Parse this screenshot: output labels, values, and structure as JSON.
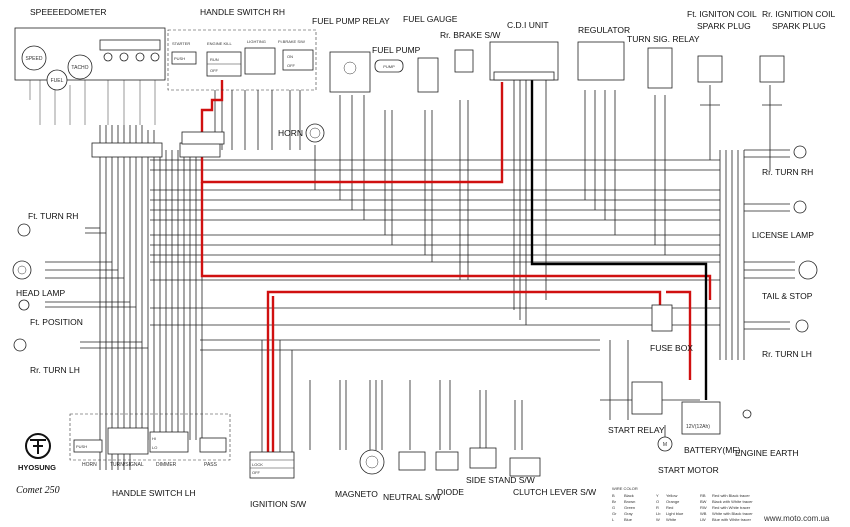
{
  "labels": {
    "speedometer": "SPEEEEDOMETER",
    "speed": "SPEED",
    "tacho": "TACHO",
    "fuel_gauge_dial": "FUEL",
    "handle_switch_rh": "HANDLE SWITCH RH",
    "starter": "STARTER",
    "engine_kill": "ENGINE KILL",
    "lighting": "LIGHTING",
    "ft_brake_sw": "Ft.BRAKE S/W",
    "push": "PUSH",
    "run": "RUN",
    "off": "OFF",
    "on": "ON",
    "fuel_pump_relay": "FUEL PUMP RELAY",
    "fuel_gauge": "FUEL GAUGE",
    "fuel_pump": "FUEL PUMP",
    "pump": "PUMP",
    "rr_brake_sw": "Rr. BRAKE S/W",
    "cdi_unit": "C.D.I UNIT",
    "regulator": "REGULATOR",
    "turn_sig_relay": "TURN SIG. RELAY",
    "ft_ignition_coil": "Ft. IGNITON COIL",
    "rr_ignition_coil": "Rr. IGNITION COIL",
    "spark_plug": "SPARK PLUG",
    "horn": "HORN",
    "ft_turn_rh": "Ft. TURN RH",
    "head_lamp": "HEAD LAMP",
    "ft_position": "Ft. POSITION",
    "rr_turn_lh": "Rr. TURN LH",
    "rr_turn_rh_top": "Rr. TURN RH",
    "license_lamp": "LICENSE LAMP",
    "tail_stop": "TAIL & STOP",
    "rr_turn_lh_right": "Rr. TURN LH",
    "fuse_box": "FUSE BOX",
    "start_relay": "START RELAY",
    "battery": "BATTERY(MF)",
    "battery_rating": "12V(12Ah)",
    "engine_earth": "ENGINE EARTH",
    "start_motor": "START MOTOR",
    "start_motor_m": "M",
    "ignition_sw": "IGNITION S/W",
    "lock": "LOCK",
    "magneto": "MAGNETO",
    "neutral_sw": "NEUTRAL S/W",
    "diode": "DIODE",
    "side_stand_sw": "SIDE STAND S/W",
    "clutch_lever_sw": "CLUTCH LEVER S/W",
    "handle_switch_lh": "HANDLE SWITCH LH",
    "horn_sw": "HORN",
    "turn_signal": "TURN/SIGNAL",
    "dimmer": "DIMMER",
    "pass": "PASS",
    "hi": "HI",
    "lo": "LO",
    "brand": "HYOSUNG",
    "model": "Comet 250",
    "watermark": "www.moto.com.ua",
    "wire_color_title": "WIRE COLOR"
  },
  "wire_colors": [
    [
      "B",
      "Black",
      "Y",
      "Yellow",
      "RB",
      "Red with Black tracer"
    ],
    [
      "Br",
      "Brown",
      "O",
      "Orange",
      "BW",
      "Black with White tracer"
    ],
    [
      "G",
      "Green",
      "R",
      "Red",
      "RW",
      "Red with White tracer"
    ],
    [
      "Gr",
      "Gray",
      "Lb",
      "Light blue",
      "WB",
      "White with Black tracer"
    ],
    [
      "L",
      "Blue",
      "W",
      "White",
      "LW",
      "Blue with White tracer"
    ]
  ],
  "colors": {
    "red_wire": "#d01010",
    "black_wire": "#000000"
  }
}
